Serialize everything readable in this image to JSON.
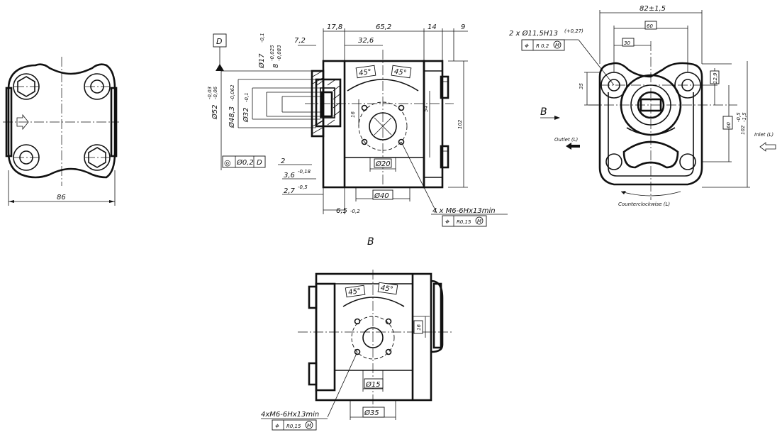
{
  "views": {
    "left": {
      "width_dim": "86"
    },
    "front": {
      "datum": "D",
      "dim_17": "17,8",
      "dim_65": "65,2",
      "dim_14": "14",
      "dim_9": "9",
      "dim_7": "7,2",
      "dim_326": "32,6",
      "angle_left": "45°",
      "angle_right": "45°",
      "phi17": "Ø17",
      "phi17_tol": "-0,1",
      "d8": "8",
      "d8_tol_up": "-0,025",
      "d8_tol_lo": "-0,083",
      "phi52": "Ø52",
      "phi52_tol_up": "-0,03",
      "phi52_tol_lo": "-0,06",
      "phi48": "Ø48,3",
      "phi48_tol": "-0,062",
      "phi32": "Ø32",
      "phi32_tol": "-0,1",
      "dim_16": "16",
      "dim_54": "54",
      "dim_102": "102",
      "phi20": "Ø20",
      "phi40": "Ø40",
      "conc_sym": "◎",
      "conc_val": "Ø0,2",
      "conc_datum": "D",
      "dim_2": "2",
      "dim_36": "3,6",
      "dim_36_tol": "-0,18",
      "dim_27": "2,7",
      "dim_27_tol": "-0,5",
      "dim_65b": "6,5",
      "dim_65b_tol": "-0,2",
      "thread": "4  x  M6-6Hx13min",
      "pos_sym": "⌖",
      "pos_val": "R0,15",
      "pos_mod": "M"
    },
    "right": {
      "dim_82": "82±1,5",
      "dim_60": "60",
      "dim_30": "30",
      "holes": "2  x  Ø11,5H13",
      "holes_tol": "(+0,27)",
      "pos_sym": "⌖",
      "pos_val": "R 0,2",
      "pos_mod": "M",
      "dim_35": "35",
      "dim_129": "12,9",
      "dim_60v": "60",
      "dim_102": "102",
      "dim_102_tol_up": "-0,5",
      "dim_102_tol_lo": "-1,5",
      "view_letter": "B",
      "outlet": "Outlet (L)",
      "inlet": "Inlet (L)",
      "rotation": "Counterclockwise (L)"
    },
    "bottom": {
      "title": "B",
      "angle_left": "45°",
      "angle_right": "45°",
      "dim_16": "16",
      "phi15": "Ø15",
      "phi35": "Ø35",
      "thread": "4xM6-6Hx13min",
      "pos_sym": "⌖",
      "pos_val": "R0,15",
      "pos_mod": "M"
    }
  }
}
